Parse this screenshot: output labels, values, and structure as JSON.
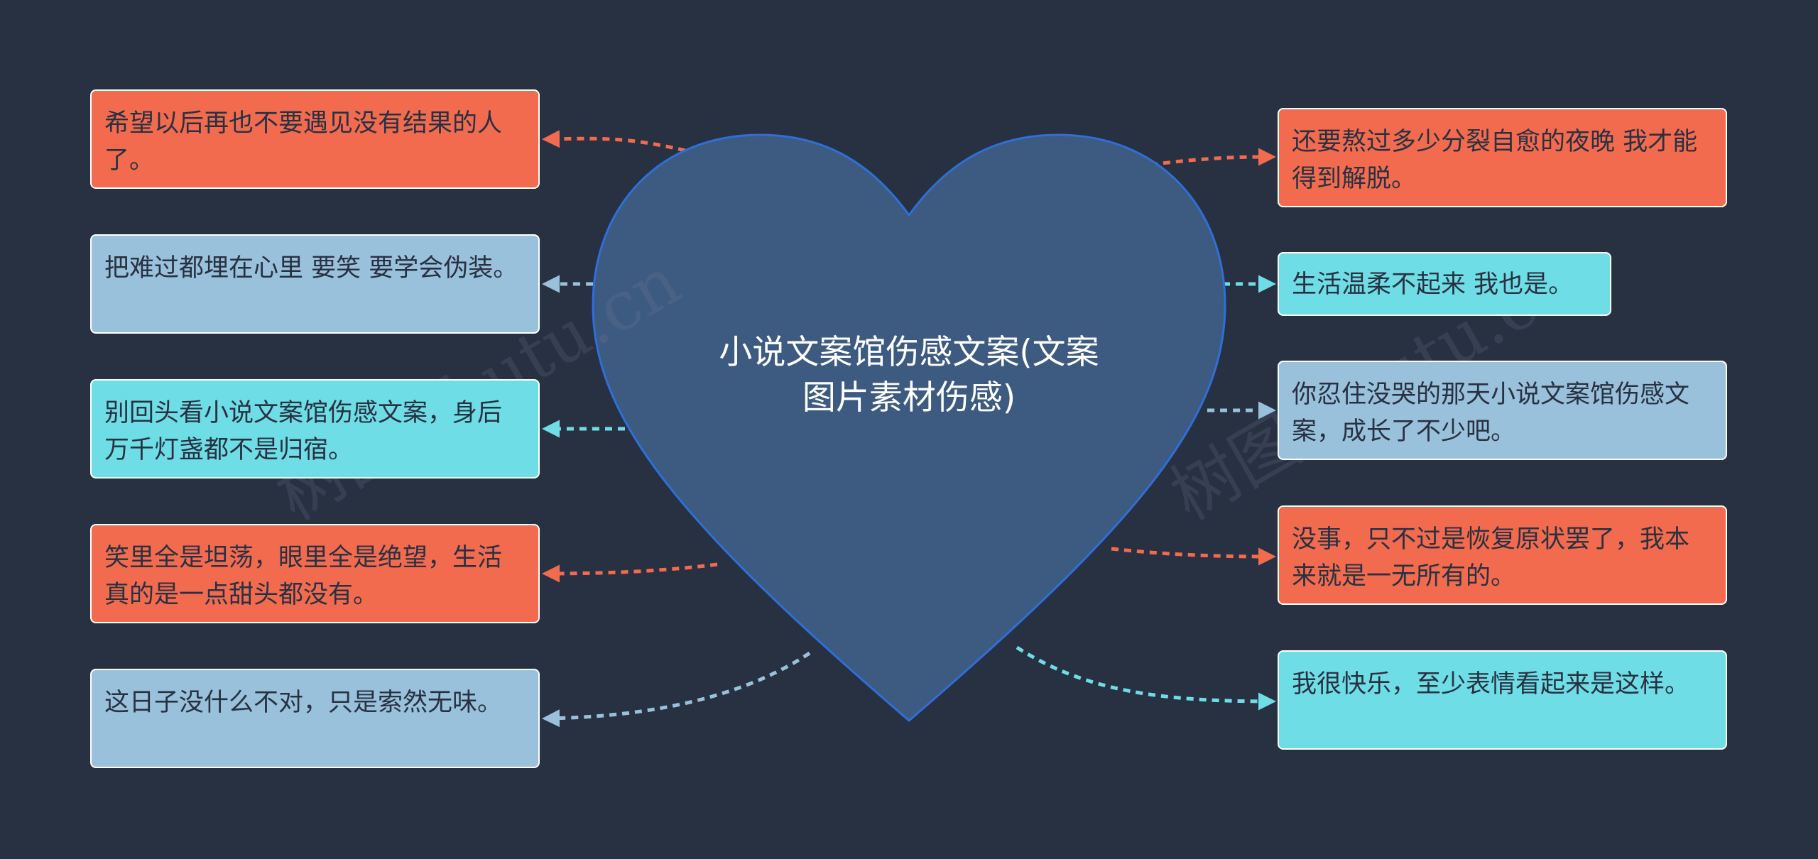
{
  "center": {
    "title": "小说文案馆伤感文案(文案\n图片素材伤感)"
  },
  "watermarks": [
    "树图 shutu.cn",
    "树图 shutu.cn"
  ],
  "colors": {
    "background": "#283142",
    "heart_fill": "#3d5a80",
    "heart_stroke": "#2e6fd8",
    "orange": "#f26b4f",
    "blue": "#9ac1db",
    "cyan": "#6fdde5"
  },
  "left_nodes": [
    {
      "text": "希望以后再也不要遇见没有结果的人了。",
      "color": "orange"
    },
    {
      "text": "把难过都埋在心里 要笑 要学会伪装。",
      "color": "blue"
    },
    {
      "text": "别回头看小说文案馆伤感文案，身后万千灯盏都不是归宿。",
      "color": "cyan"
    },
    {
      "text": "笑里全是坦荡，眼里全是绝望，生活真的是一点甜头都没有。",
      "color": "orange"
    },
    {
      "text": "这日子没什么不对，只是索然无味。",
      "color": "blue"
    }
  ],
  "right_nodes": [
    {
      "text": "还要熬过多少分裂自愈的夜晚 我才能得到解脱。",
      "color": "orange"
    },
    {
      "text": "生活温柔不起来 我也是。",
      "color": "cyan"
    },
    {
      "text": "你忍住没哭的那天小说文案馆伤感文案，成长了不少吧。",
      "color": "blue"
    },
    {
      "text": "没事，只不过是恢复原状罢了，我本来就是一无所有的。",
      "color": "orange"
    },
    {
      "text": "我很快乐，至少表情看起来是这样。",
      "color": "cyan"
    }
  ]
}
